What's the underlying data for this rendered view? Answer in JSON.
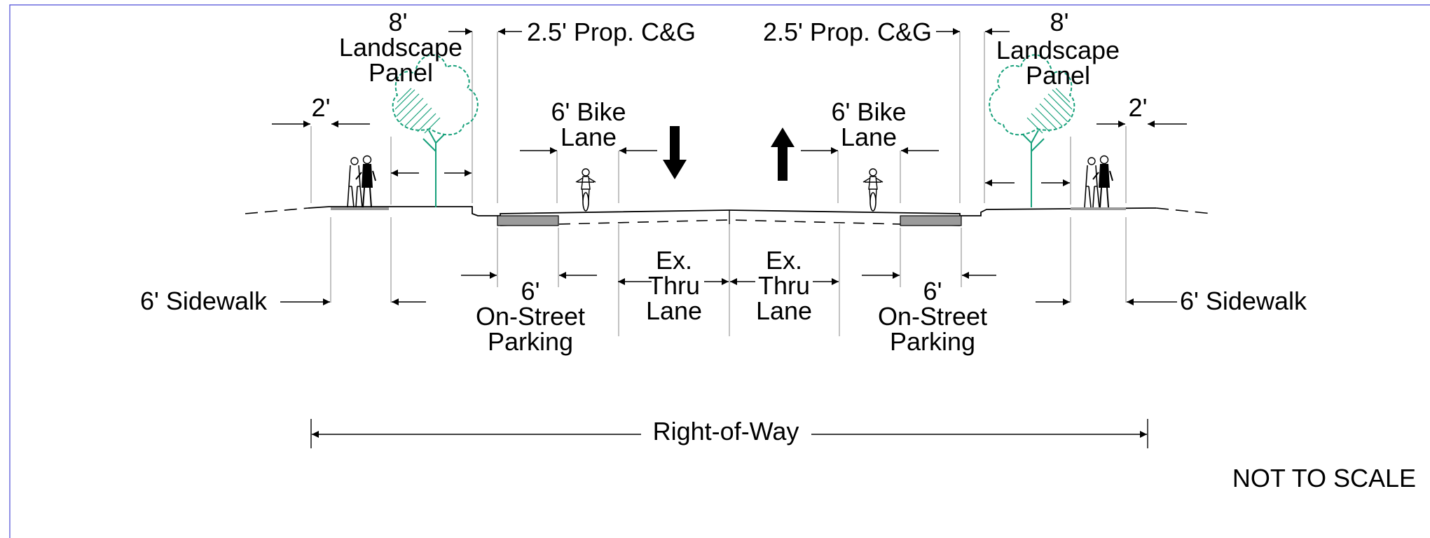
{
  "labels": {
    "landscape_left": [
      "8'",
      "Landscape",
      "Panel"
    ],
    "landscape_right": [
      "8'",
      "Landscape",
      "Panel"
    ],
    "cg_left": "2.5' Prop. C&G",
    "cg_right": "2.5' Prop. C&G",
    "buffer_left": "2'",
    "buffer_right": "2'",
    "bike_left": [
      "6' Bike",
      "Lane"
    ],
    "bike_right": [
      "6' Bike",
      "Lane"
    ],
    "sidewalk_left": "6' Sidewalk",
    "sidewalk_right": "6' Sidewalk",
    "parking_left": [
      "6'",
      "On-Street",
      "Parking"
    ],
    "parking_right": [
      "6'",
      "On-Street",
      "Parking"
    ],
    "thru_left": [
      "Ex.",
      "Thru",
      "Lane"
    ],
    "thru_right": [
      "Ex.",
      "Thru",
      "Lane"
    ],
    "right_of_way": "Right-of-Way",
    "scale_note": "NOT TO SCALE"
  },
  "icons": {
    "pedestrians": "pedestrians-icon",
    "cyclist": "cyclist-icon",
    "tree": "tree-icon",
    "direction_down": "arrow-down-icon",
    "direction_up": "arrow-up-icon"
  },
  "colors": {
    "tree": "#16a07a",
    "border": "#4b4bd6",
    "parking_fill": "#9b9b9b"
  }
}
